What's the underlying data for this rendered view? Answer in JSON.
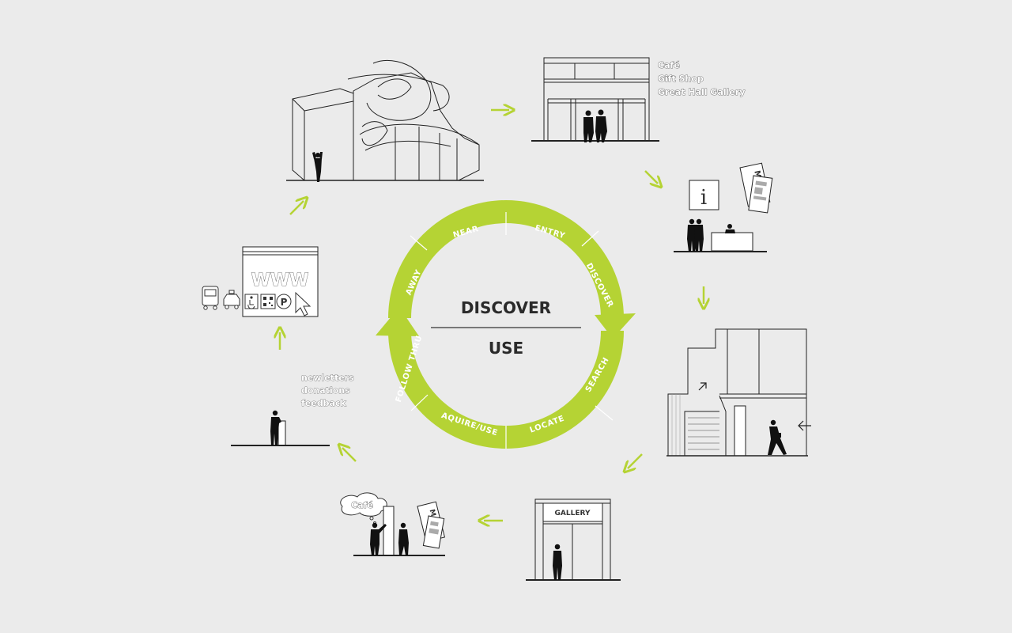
{
  "colors": {
    "accent": "#b5d334",
    "line": "#222222",
    "background": "#ebebeb"
  },
  "center": {
    "top": "DISCOVER",
    "bottom": "USE"
  },
  "ring_segments": [
    "NEAR",
    "ENTRY",
    "DISCOVER",
    "SEARCH",
    "LOCATE",
    "AQUIRE/USE",
    "FOLLOW THRU",
    "AWAY"
  ],
  "entrance": {
    "amenities": [
      "Café",
      "Gift Shop",
      "Great Hall Gallery"
    ]
  },
  "info_desk": {
    "info_symbol": "i",
    "map_label": "MAP"
  },
  "web": {
    "www_label": "WWW"
  },
  "follow_up": {
    "notes": [
      "newletters",
      "donations",
      "feedback"
    ]
  },
  "gallery_door": {
    "sign": "GALLERY"
  },
  "wayfinding": {
    "bubble": "Café",
    "map_label": "MAP"
  }
}
